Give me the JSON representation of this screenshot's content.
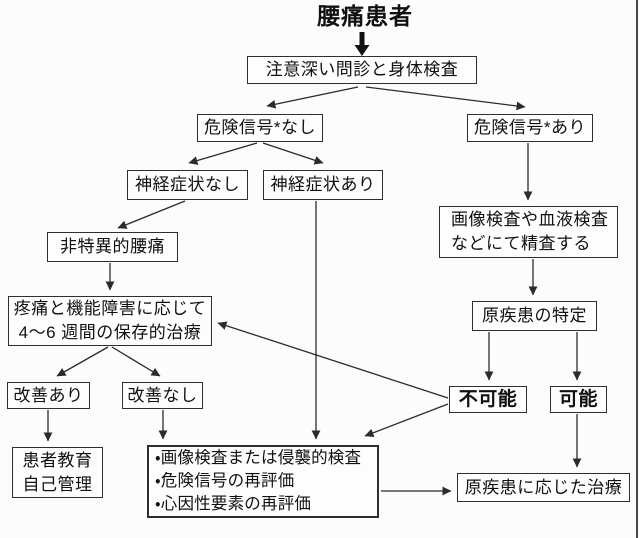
{
  "figure": {
    "title": "腰痛患者",
    "nodes": {
      "exam": {
        "label": "注意深い問診と身体検査"
      },
      "no_red_flag": {
        "label": "危険信号*なし"
      },
      "red_flag": {
        "label": "危険信号*あり"
      },
      "neuro_no": {
        "label": "神経症状なし"
      },
      "neuro_yes": {
        "label": "神経症状あり"
      },
      "nonspecific": {
        "label": "非特異的腰痛"
      },
      "conservative": {
        "line1": "疼痛と機能障害に応じて",
        "line2": "4〜6 週間の保存的治療"
      },
      "improved": {
        "label": "改善あり"
      },
      "not_improved": {
        "label": "改善なし"
      },
      "education": {
        "line1": "患者教育",
        "line2": "自己管理"
      },
      "reeval": {
        "items": [
          "・画像検査または侵襲的検査",
          "・危険信号の再評価",
          "・心因性要素の再評価"
        ]
      },
      "imaging": {
        "line1": "画像検査や血液検査",
        "line2": "などにて精査する"
      },
      "identify": {
        "label": "原疾患の特定"
      },
      "impossible": {
        "label": "不可能"
      },
      "possible": {
        "label": "可能"
      },
      "treatment": {
        "label": "原疾患に応じた治療"
      }
    },
    "edges": [
      {
        "from": "title",
        "to": "exam",
        "style": "thick"
      },
      {
        "from": "exam",
        "to": "no_red_flag"
      },
      {
        "from": "exam",
        "to": "red_flag"
      },
      {
        "from": "no_red_flag",
        "to": "neuro_no"
      },
      {
        "from": "no_red_flag",
        "to": "neuro_yes"
      },
      {
        "from": "neuro_no",
        "to": "nonspecific"
      },
      {
        "from": "nonspecific",
        "to": "conservative"
      },
      {
        "from": "conservative",
        "to": "improved"
      },
      {
        "from": "conservative",
        "to": "not_improved"
      },
      {
        "from": "improved",
        "to": "education"
      },
      {
        "from": "not_improved",
        "to": "reeval"
      },
      {
        "from": "neuro_yes",
        "to": "reeval"
      },
      {
        "from": "impossible",
        "to": "conservative"
      },
      {
        "from": "impossible",
        "to": "reeval"
      },
      {
        "from": "red_flag",
        "to": "imaging"
      },
      {
        "from": "imaging",
        "to": "identify"
      },
      {
        "from": "identify",
        "to": "impossible"
      },
      {
        "from": "identify",
        "to": "possible"
      },
      {
        "from": "possible",
        "to": "treatment"
      },
      {
        "from": "reeval",
        "to": "treatment"
      }
    ],
    "colors": {
      "line": "#2b2b2b",
      "box_border": "#2e2e2e",
      "text": "#111111",
      "background": "#fcfcfc",
      "scan_edge": "#4a4a4a"
    }
  }
}
